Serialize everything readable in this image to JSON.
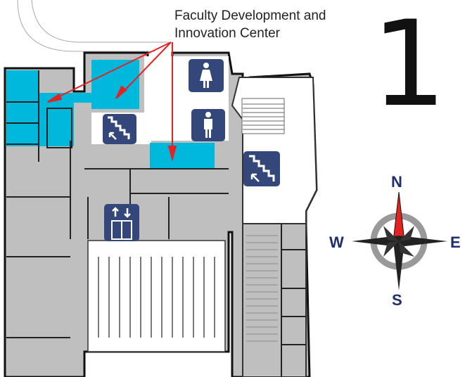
{
  "callout": {
    "line1": "Faculty Development and",
    "line2": "Innovation Center"
  },
  "floor_number": "1",
  "compass": {
    "north": "N",
    "south": "S",
    "east": "E",
    "west": "W"
  },
  "colors": {
    "highlight": "#00b8dc",
    "building": "#c0bfbf",
    "icon": "#33477a",
    "arrow": "#e52222",
    "compass_text": "#1f2f6e"
  },
  "icons": [
    "womens-restroom-icon",
    "mens-restroom-icon",
    "stairs-icon",
    "stairs-icon",
    "elevator-icon",
    "compass-rose-icon"
  ]
}
